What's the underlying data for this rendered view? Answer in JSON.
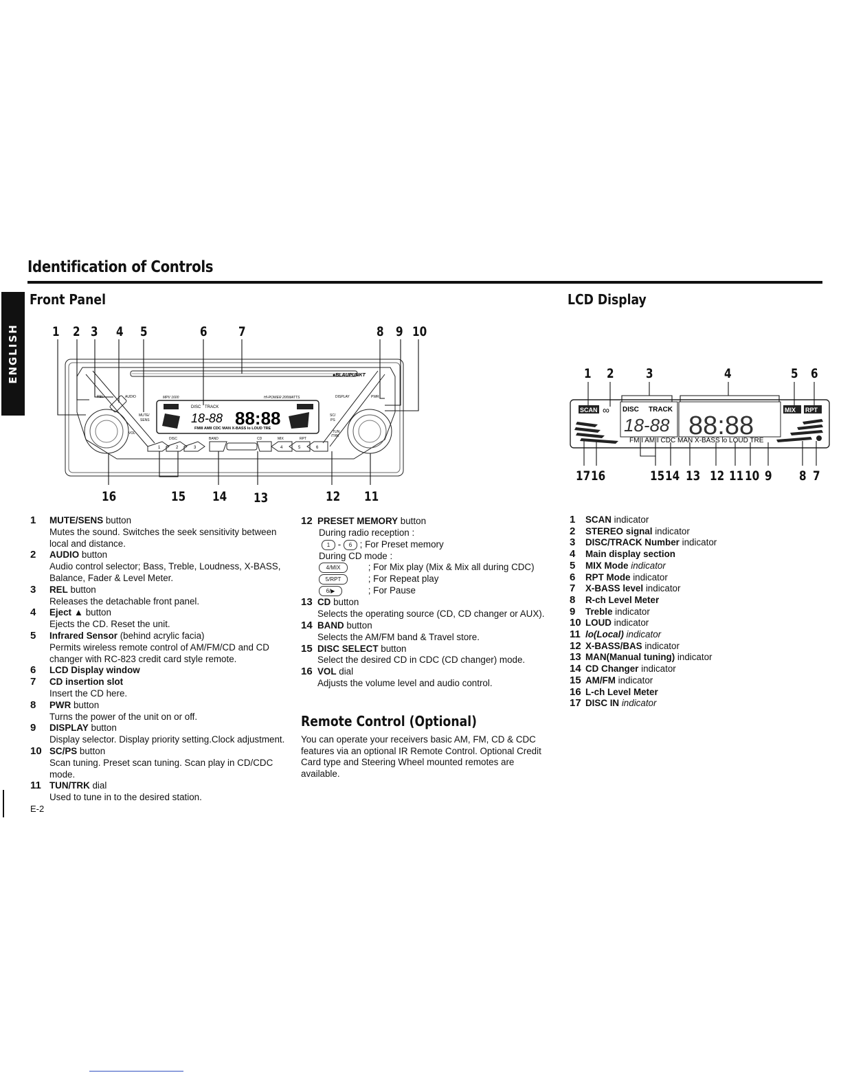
{
  "tab_label": "ENGLISH",
  "heading": "Identification of Controls",
  "front_panel": {
    "title": "Front Panel",
    "top_callouts": [
      "1",
      "2",
      "3",
      "4",
      "5",
      "6",
      "7",
      "8",
      "9",
      "10"
    ],
    "bottom_callouts": [
      "16",
      "15",
      "14",
      "13",
      "12",
      "11"
    ],
    "device": {
      "brand": "●BLAUPUNKT",
      "labels": {
        "rel": "REL",
        "audio": "AUDIO",
        "mute": "MUTE/",
        "sens": "SENS",
        "model": "MPV 1600",
        "power": "HI-POWER 200WATTS",
        "display": "DISPLAY",
        "pwr": "PWR",
        "scps1": "SC/",
        "scps2": "PS",
        "tun1": "TUN",
        "tun2": "/TRK",
        "vol": "VOL",
        "disc": "DISC",
        "band": "BAND",
        "cd": "CD",
        "mix": "MIX",
        "rpt": "RPT",
        "lcd_disc": "DISC",
        "lcd_track": "TRACK",
        "lcd_bottom": "FMIII AMII CDC MAN X-BASS lo LOUD TRE",
        "lcd_digits_small": "18-88",
        "lcd_digits_big": "88:88"
      },
      "presets": [
        "1",
        "2",
        "3",
        "4",
        "5",
        "6"
      ]
    }
  },
  "lcd_display": {
    "title": "LCD Display",
    "top_callouts": [
      "1",
      "2",
      "3",
      "4",
      "5",
      "6"
    ],
    "bottom_callouts": [
      "17",
      "16",
      "15",
      "14",
      "13",
      "12",
      "11",
      "10",
      "9",
      "8",
      "7"
    ],
    "labels": {
      "scan": "SCAN",
      "stereo": "∞",
      "disc": "DISC",
      "track": "TRACK",
      "mix": "MIX",
      "rpt": "RPT",
      "bottom": "FMII  AMII CDC MAN X-BASS lo LOUD TRE",
      "digits_small": "18-88",
      "digits_big": "88:88"
    }
  },
  "controls": [
    {
      "num": "1",
      "name": "MUTE/SENS",
      "suffix": " button",
      "desc": "Mutes the sound. Switches the seek sensitivity between local and distance."
    },
    {
      "num": "2",
      "name": "AUDIO",
      "suffix": " button",
      "desc": "Audio control selector; Bass, Treble, Loudness, X-BASS, Balance, Fader & Level Meter."
    },
    {
      "num": "3",
      "name": "REL",
      "suffix": " button",
      "desc": "Releases the detachable front panel."
    },
    {
      "num": "4",
      "name": "Eject ▲",
      "suffix": " button",
      "desc": "Ejects the CD. Reset the unit."
    },
    {
      "num": "5",
      "name": "Infrared Sensor",
      "suffix": " (behind  acrylic facia)",
      "desc": "Permits wireless remote control of AM/FM/CD and CD changer with RC-823 credit card style remote."
    },
    {
      "num": "6",
      "name": "LCD Display window",
      "suffix": "",
      "desc": ""
    },
    {
      "num": "7",
      "name": "CD insertion slot",
      "suffix": "",
      "desc": "Insert the CD here."
    },
    {
      "num": "8",
      "name": "PWR",
      "suffix": "  button",
      "desc": "Turns the power of the unit on or off."
    },
    {
      "num": "9",
      "name": "DISPLAY",
      "suffix": "  button",
      "desc": "Display selector. Display priority setting.Clock adjustment."
    },
    {
      "num": "10",
      "name": "SC/PS",
      "suffix": " button",
      "desc": "Scan tuning. Preset scan tuning. Scan play in CD/CDC mode."
    },
    {
      "num": "11",
      "name": "TUN/TRK",
      "suffix": " dial",
      "desc": "Used to tune in to the desired station."
    }
  ],
  "controls_2": {
    "preset": {
      "num": "12",
      "name": "PRESET MEMORY",
      "suffix": " button",
      "radio_label": "During radio reception :",
      "radio_text": ";  For Preset memory",
      "cd_label": "During CD mode :",
      "rows": [
        {
          "btn": "4/MIX",
          "text": ";  For Mix play (Mix & Mix all during CDC)"
        },
        {
          "btn": "5/RPT",
          "text": ";  For Repeat play"
        },
        {
          "btn": "6/▶",
          "text": ";  For Pause"
        }
      ],
      "btn_first": "1",
      "btn_last": "6"
    },
    "items": [
      {
        "num": "13",
        "name": "CD",
        "suffix": " button",
        "desc": "Selects the operating source (CD, CD changer or AUX)."
      },
      {
        "num": "14",
        "name": "BAND",
        "suffix": " button",
        "desc": "Selects the AM/FM band & Travel store."
      },
      {
        "num": "15",
        "name": "DISC SELECT",
        "suffix": " button",
        "desc": "Select the desired CD in CDC (CD changer) mode."
      },
      {
        "num": "16",
        "name": "VOL",
        "suffix": "  dial",
        "desc": "Adjusts the volume level and audio control."
      }
    ]
  },
  "remote": {
    "title": "Remote Control (Optional)",
    "body": "You can operate your receivers basic AM, FM, CD & CDC features via an optional IR Remote Control. Optional Credit Card type and Steering Wheel mounted remotes are available."
  },
  "indicators": [
    {
      "num": "1",
      "name": "SCAN",
      "suffix": " indicator",
      "italic": false
    },
    {
      "num": "2",
      "name": "STEREO signal",
      "suffix": " indicator",
      "italic": false
    },
    {
      "num": "3",
      "name": "DISC/TRACK Number",
      "suffix": " indicator",
      "italic": false
    },
    {
      "num": "4",
      "name": "Main display section",
      "suffix": "",
      "italic": false
    },
    {
      "num": "5",
      "name": "MIX Mode",
      "suffix": " indicator",
      "italic": true
    },
    {
      "num": "6",
      "name": "RPT Mode",
      "suffix": " indicator",
      "italic": false
    },
    {
      "num": "7",
      "name": "X-BASS level",
      "suffix": " indicator",
      "italic": false
    },
    {
      "num": "8",
      "name": "R-ch Level Meter",
      "suffix": "",
      "italic": false
    },
    {
      "num": "9",
      "name": "Treble",
      "suffix": " indicator",
      "italic": false
    },
    {
      "num": "10",
      "name": "LOUD",
      "suffix": " indicator",
      "italic": false
    },
    {
      "num": "11",
      "name": "lo(Local)",
      "suffix": " indicator",
      "italic": true
    },
    {
      "num": "12",
      "name": "X-BASS/BAS",
      "suffix": " indicator",
      "italic": false
    },
    {
      "num": "13",
      "name": "MAN(Manual tuning)",
      "suffix": " indicator",
      "italic": false
    },
    {
      "num": "14",
      "name": "CD Changer",
      "suffix": " indicator",
      "italic": false
    },
    {
      "num": "15",
      "name": "AM/FM",
      "suffix": " indicator",
      "italic": false
    },
    {
      "num": "16",
      "name": "L-ch Level Meter",
      "suffix": "",
      "italic": false
    },
    {
      "num": "17",
      "name": "DISC IN",
      "suffix": " indicator",
      "italic": true
    }
  ],
  "page_number": "E-2"
}
